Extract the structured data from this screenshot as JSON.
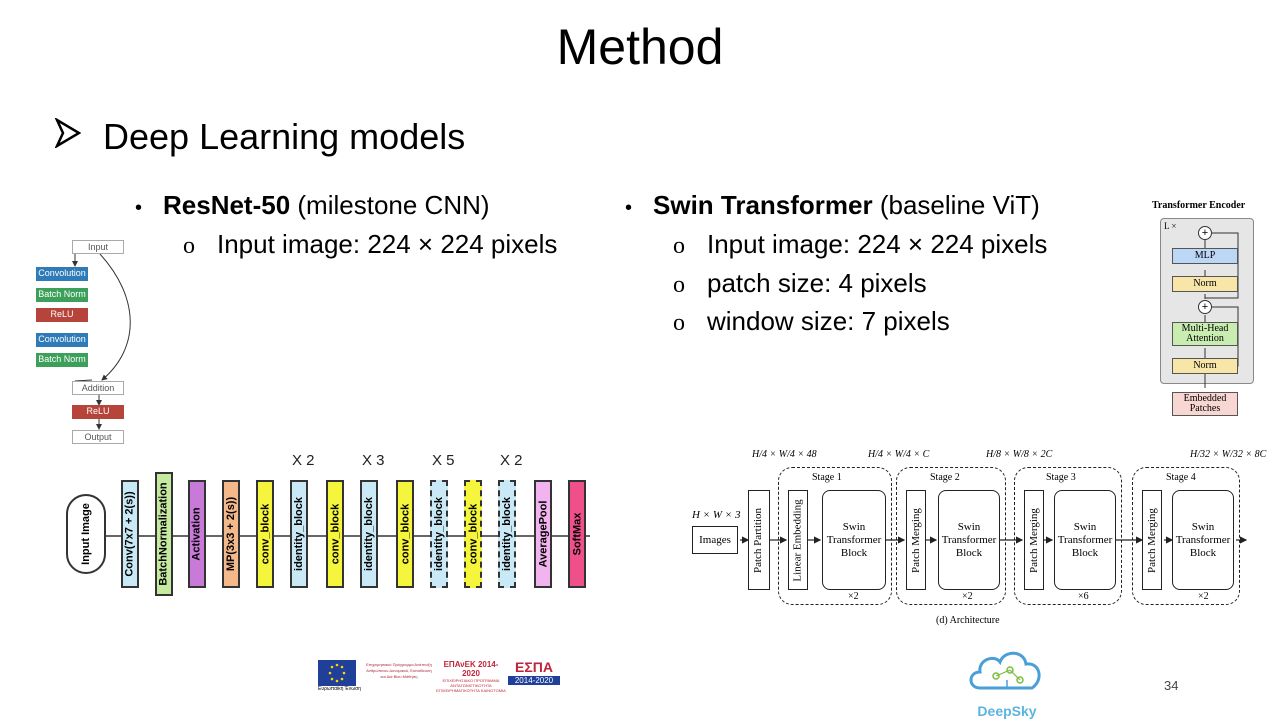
{
  "slide": {
    "title": "Method",
    "heading": "Deep Learning models",
    "page_number": "34"
  },
  "left": {
    "bullet_bold": "ResNet-50",
    "bullet_rest": " (milestone CNN)",
    "sub_items": [
      "Input image: 224 × 224 pixels"
    ]
  },
  "right": {
    "bullet_bold": "Swin Transformer",
    "bullet_rest": " (baseline ViT)",
    "sub_items": [
      "Input image: 224 × 224 pixels",
      "patch size: 4 pixels",
      "window size: 7 pixels"
    ]
  },
  "residual_block": {
    "input": "Input",
    "conv1": "Convolution",
    "bn1": "Batch Norm",
    "relu1": "ReLU",
    "conv2": "Convolution",
    "bn2": "Batch Norm",
    "addition": "Addition",
    "relu2": "ReLU",
    "output": "Output"
  },
  "resnet_arch": {
    "input": "Input Image",
    "blocks": [
      "Conv(7x7 + 2(s))",
      "BatchNormalization",
      "Activation",
      "MP(3x3 + 2(s))",
      "conv_block",
      "identity_block",
      "conv_block",
      "identity_block",
      "conv_block",
      "identity_block",
      "conv_block",
      "identity_block",
      "AveragePool",
      "SoftMax"
    ],
    "repeat_labels": [
      "X 2",
      "X 3",
      "X 5",
      "X 2"
    ]
  },
  "transformer_encoder": {
    "title": "Transformer Encoder",
    "repeat": "L ×",
    "mlp": "MLP",
    "norm_top": "Norm",
    "mha": "Multi-Head Attention",
    "norm_bottom": "Norm",
    "embedded": "Embedded Patches",
    "plus": "+"
  },
  "swin_arch": {
    "input_dim": "H × W × 3",
    "images": "Images",
    "patch_partition": "Patch Partition",
    "linear_embedding": "Linear Embedding",
    "patch_merging": "Patch Merging",
    "stages": [
      "Stage 1",
      "Stage 2",
      "Stage 3",
      "Stage 4"
    ],
    "block": "Swin Transformer Block",
    "repeats": [
      "×2",
      "×2",
      "×6",
      "×2"
    ],
    "dims": [
      "H/4 × W/4 × 48",
      "H/4 × W/4 × C",
      "H/8 × W/8 × 2C",
      "H/32 × W/32 × 8C"
    ],
    "caption": "(d) Architecture"
  },
  "footer": {
    "eu_text": "Ευρωπαϊκή Ένωση",
    "program_text": "Επιχειρησιακό Πρόγραμμα Ανάπτυξη Ανθρώπινου Δυναμικού, Εκπαίδευση και Διά Βίου Μάθηση",
    "epanek": "ΕΠΑνΕΚ 2014-2020",
    "epanek_sub": "ΕΠΙΧΕΙΡΗΣΙΑΚΟ ΠΡΟΓΡΑΜΜΑ ΑΝΤΑΓΩΝΙΣΤΙΚΟΤΗΤΑ ΕΠΙΧΕΙΡΗΜΑΤΙΚΟΤΗΤΑ ΚΑΙΝΟΤΟΜΙΑ",
    "espa": "ΕΣΠΑ",
    "espa_years": "2014-2020",
    "deepsky": "DeepSky"
  },
  "colors": {
    "conv_blue": "#c8e9f5",
    "bn_green": "#c6eaa0",
    "activation_purple": "#c77ad8",
    "mp_orange": "#f3b98a",
    "conv_block_yellow": "#f5f53d",
    "avgpool_pink": "#f2b4ee",
    "softmax_magenta": "#f0508a"
  }
}
